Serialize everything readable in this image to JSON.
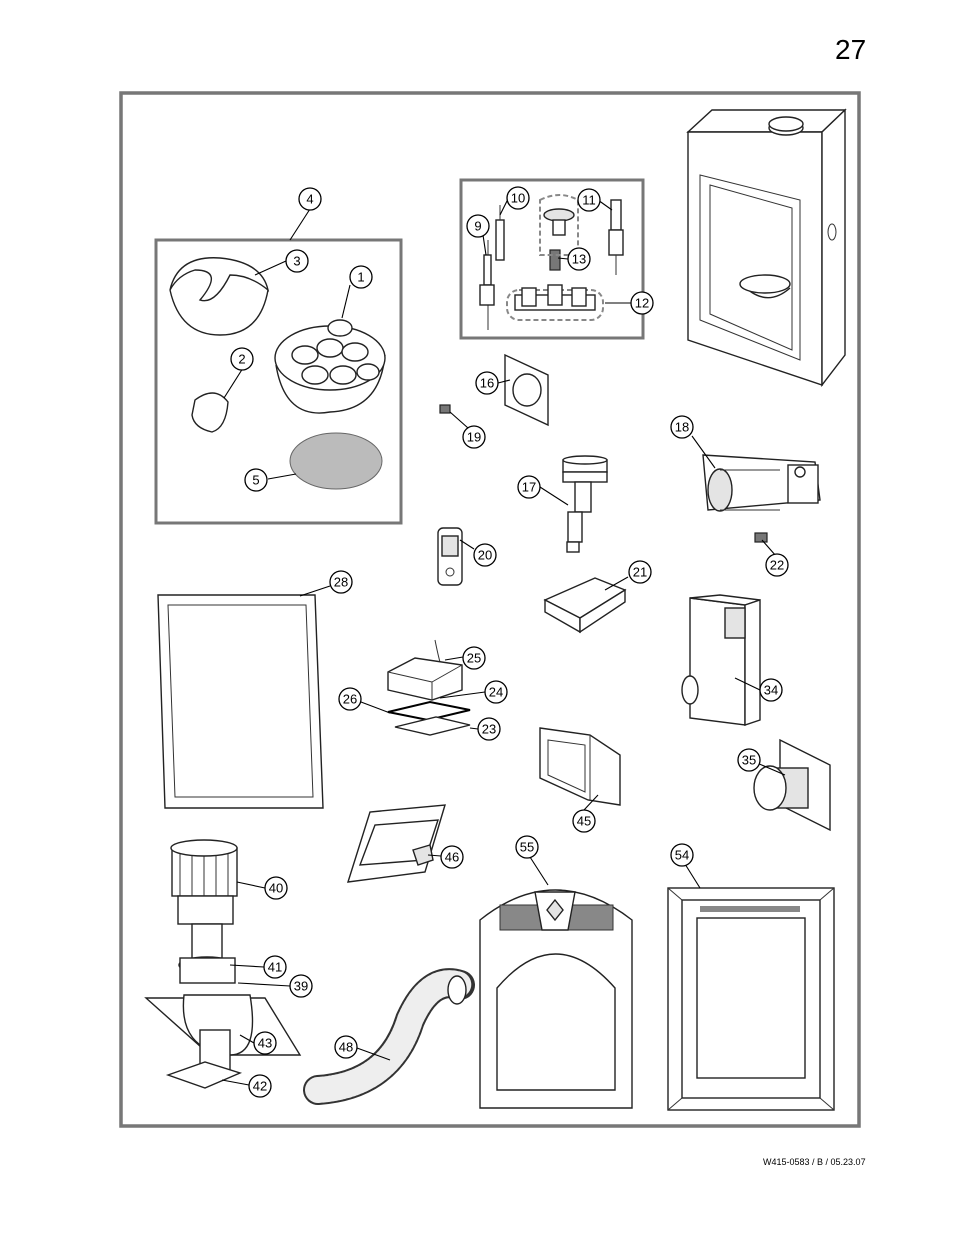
{
  "page_number": "27",
  "document_code": "W415-0583 / B / 05.23.07",
  "callouts": [
    "1",
    "2",
    "3",
    "4",
    "5",
    "9",
    "10",
    "11",
    "12",
    "13",
    "16",
    "17",
    "18",
    "19",
    "20",
    "21",
    "22",
    "23",
    "24",
    "25",
    "26",
    "28",
    "34",
    "35",
    "39",
    "40",
    "41",
    "42",
    "43",
    "45",
    "46",
    "48",
    "54",
    "55"
  ]
}
